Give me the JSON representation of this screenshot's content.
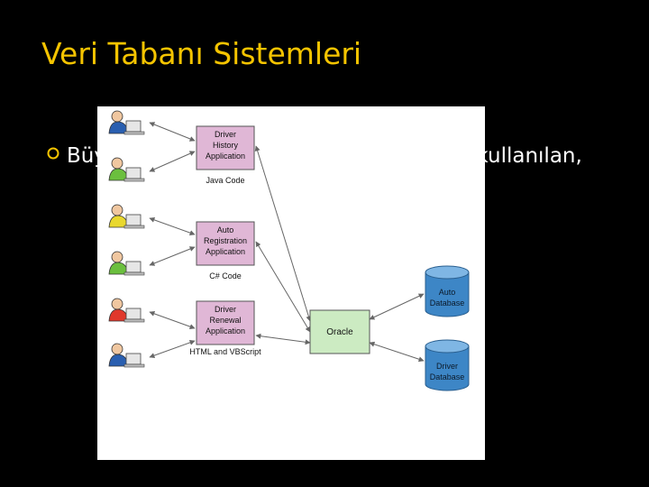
{
  "slide": {
    "title": "Veri Tabanı Sistemleri",
    "bullet": "Büyük uluslar arası şirketler tarafından kullanılan,"
  },
  "diagram": {
    "apps": [
      {
        "lines": [
          "Driver",
          "History",
          "Application"
        ],
        "caption": "Java Code"
      },
      {
        "lines": [
          "Auto",
          "Registration",
          "Application"
        ],
        "caption": "C# Code"
      },
      {
        "lines": [
          "Driver",
          "Renewal",
          "Application"
        ],
        "caption": "HTML and VBScript"
      }
    ],
    "server": "Oracle",
    "databases": [
      {
        "lines": [
          "Auto",
          "Database"
        ]
      },
      {
        "lines": [
          "Driver",
          "Database"
        ]
      }
    ]
  },
  "colors": {
    "title": "#f5c400",
    "app_box": "#e0b7d6",
    "server_box": "#ccebc2",
    "db_cylinder": "#3d86c6"
  }
}
